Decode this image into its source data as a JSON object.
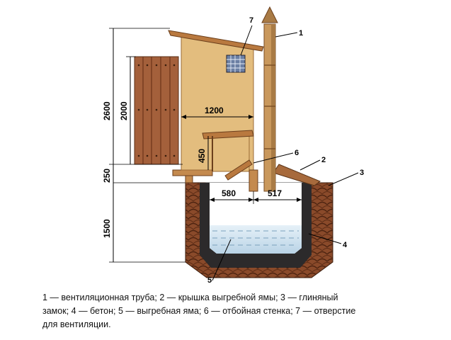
{
  "diagram": {
    "dimensions": {
      "d2600": "2600",
      "d2000": "2000",
      "d250": "250",
      "d1500": "1500",
      "d1200": "1200",
      "d450": "450",
      "d580": "580",
      "d517": "517"
    },
    "callouts": [
      "1",
      "2",
      "3",
      "4",
      "5",
      "6",
      "7"
    ],
    "colors": {
      "wood": "#e0b97a",
      "wood_dark": "#a76a3c",
      "door": "#a4603b",
      "soil": "#7a3d22",
      "concrete": "#2c2a2b",
      "water": "#cfe3f0"
    }
  },
  "caption": {
    "line1": "1 — вентиляционная труба; 2 — крышка выгребной ямы; 3 — глиняный",
    "line2": "замок; 4 — бетон; 5 — выгребная яма; 6 — отбойная стенка; 7 — отверстие",
    "line3": "для вентиляции."
  }
}
